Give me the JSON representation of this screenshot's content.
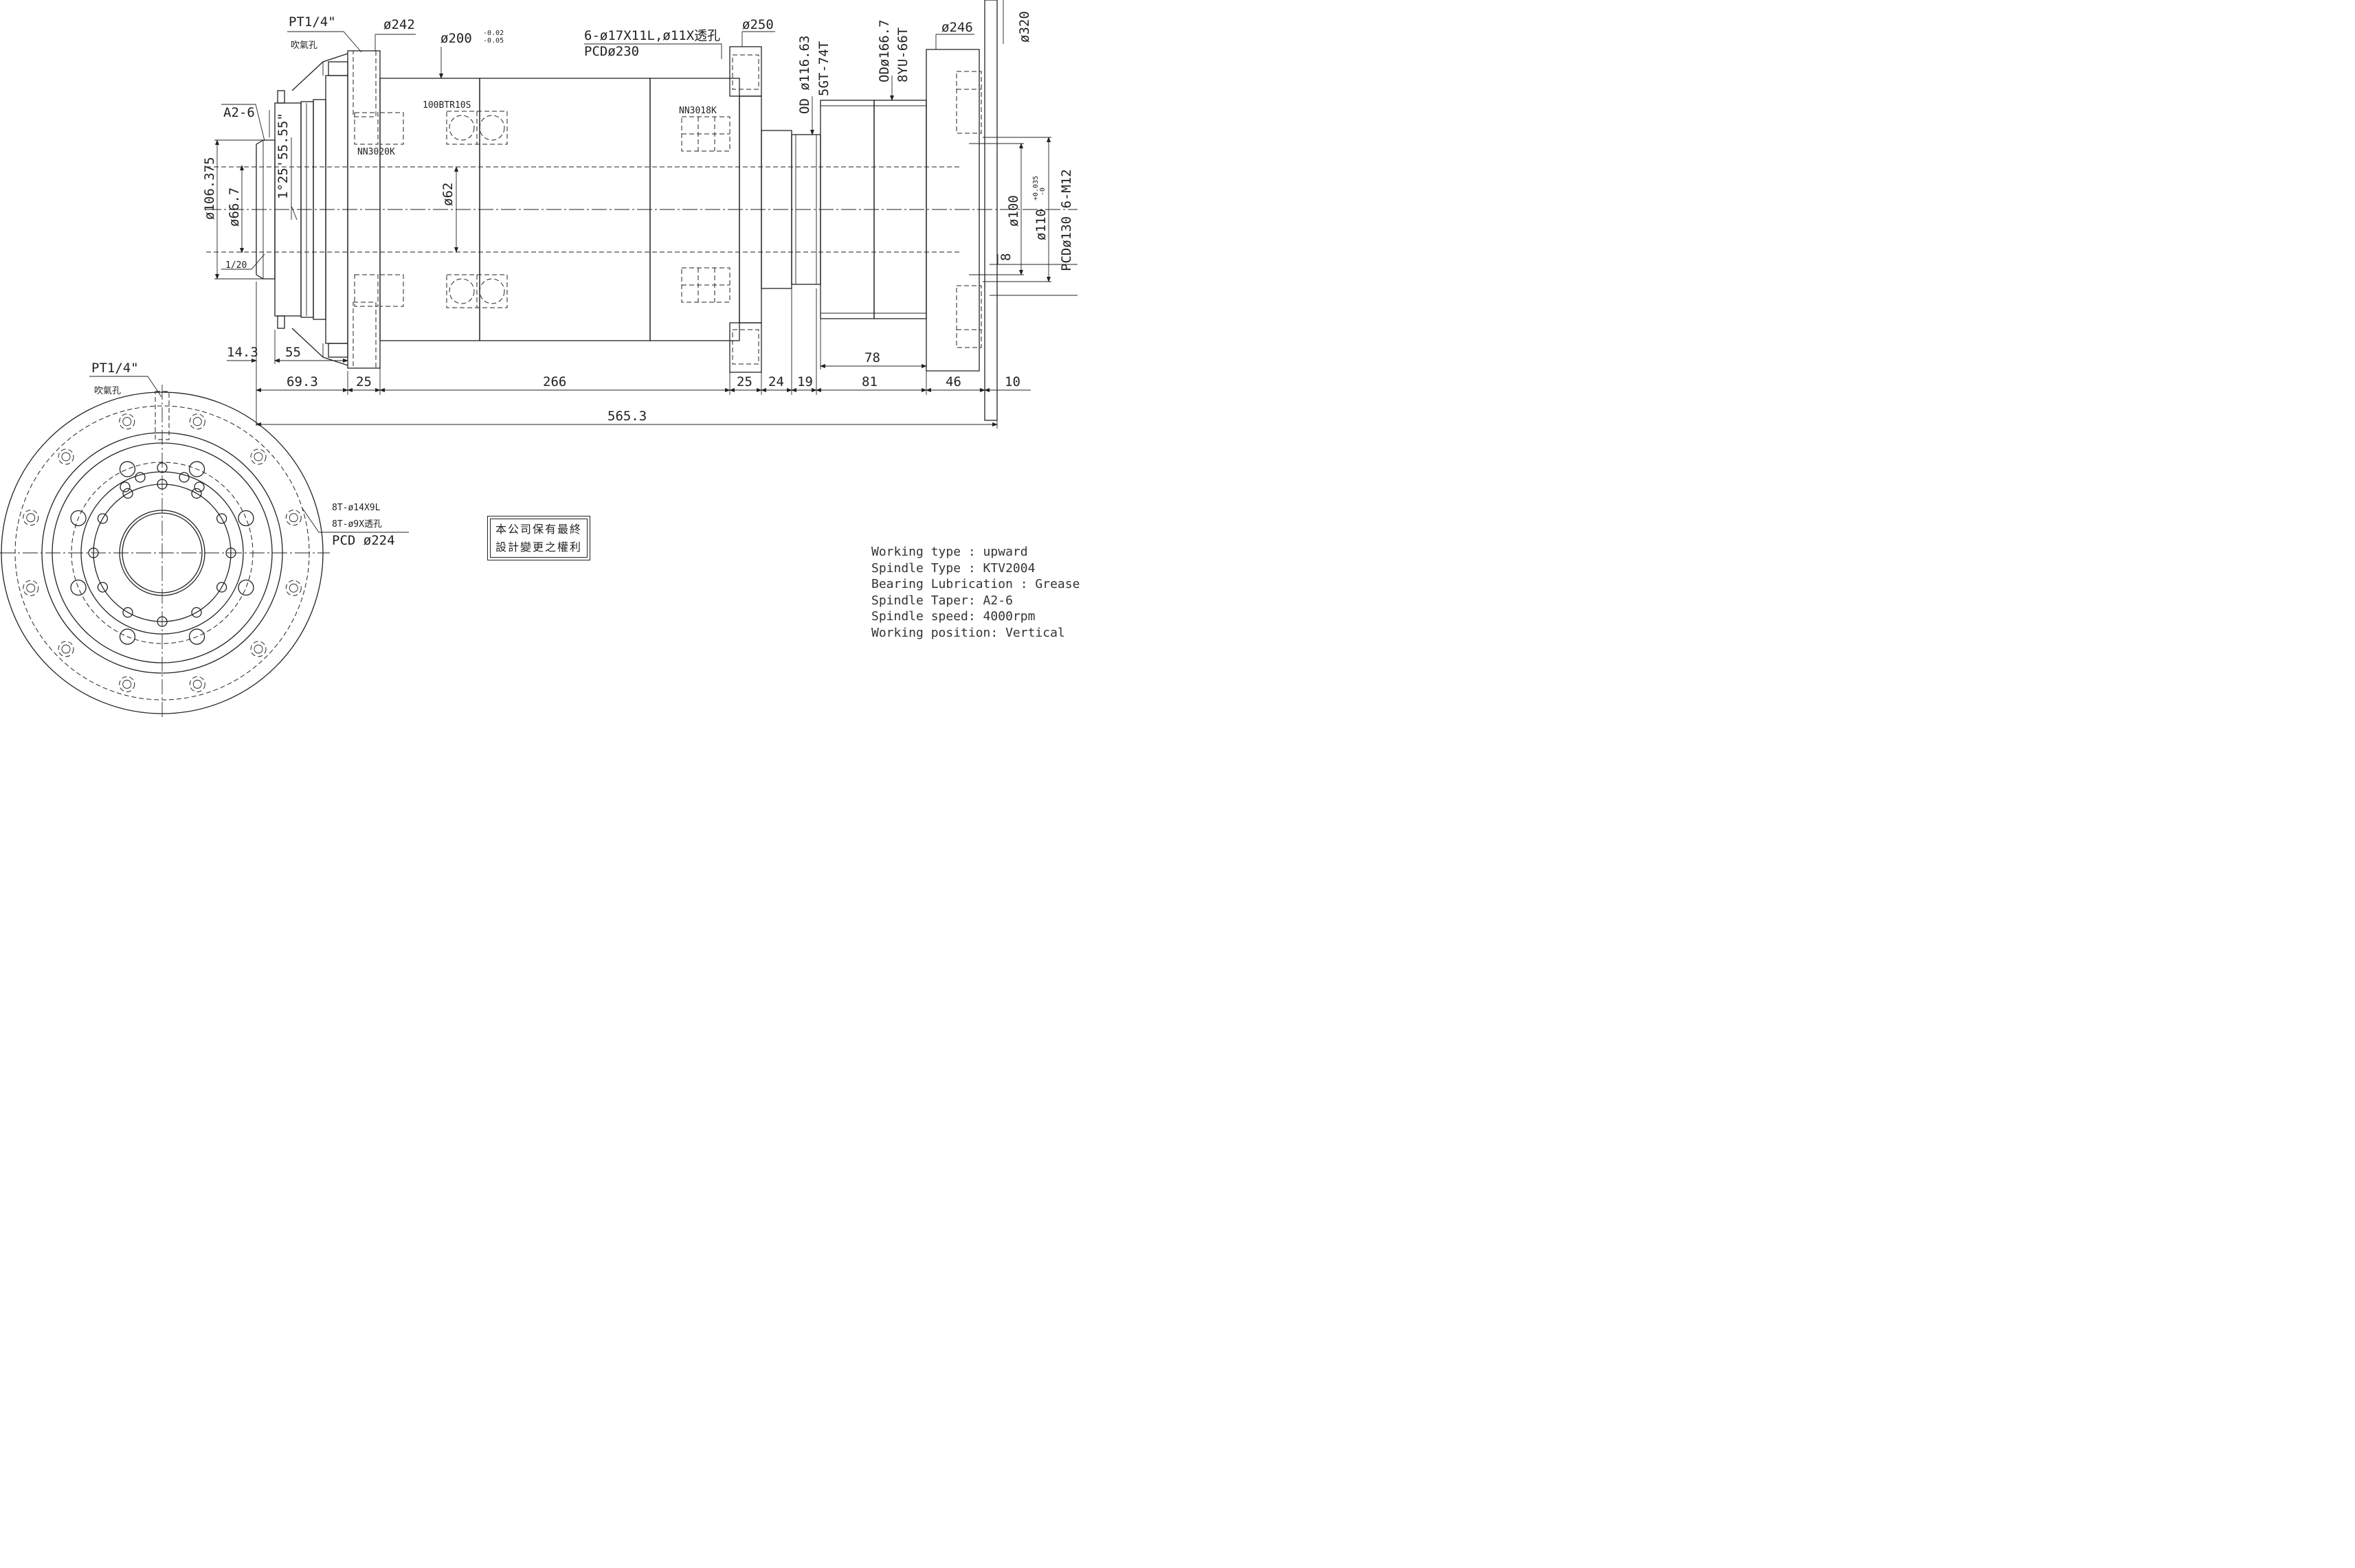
{
  "side_view": {
    "labels": {
      "air_port": "PT1/4\"",
      "air_port_note": "吹氣孔",
      "taper": "A2-6",
      "flange_dia": "ø242",
      "body_dia": "ø200",
      "body_tol_upper": "-0.02",
      "body_tol_lower": "-0.05",
      "mount_holes": "6-ø17X11L,ø11X透孔",
      "mount_pcd": "PCDø230",
      "rear_flange_dia": "ø250",
      "pulley_od": "OD ø116.63",
      "pulley_belt": "5GT-74T",
      "pulley2_od": "ODø166.7",
      "pulley2_belt": "8YU-66T",
      "rear_dia": "ø246",
      "plate_dia": "ø320",
      "bearing_front_1": "NN3020K",
      "bearing_front_2": "100BTR10S",
      "bearing_rear": "NN3018K",
      "bore_dia": "ø62",
      "nose_dia": "ø106.375",
      "nose_inner": "ø66.7",
      "taper_angle": "1°25'55.55\"",
      "taper_ratio": "1/20",
      "rear_bore": "ø100",
      "rear_fit": "ø110",
      "rear_fit_tol_upper": "+0.035",
      "rear_fit_tol_lower": "-0",
      "rear_thread": "PCDø130 6-M12",
      "rear_depth": "8"
    },
    "dims": {
      "d_14_3": "14.3",
      "d_55": "55",
      "d_69_3": "69.3",
      "d_25a": "25",
      "d_266": "266",
      "d_25b": "25",
      "d_24": "24",
      "d_19": "19",
      "d_81": "81",
      "d_78": "78",
      "d_46": "46",
      "d_10": "10",
      "d_total": "565.3"
    }
  },
  "front_view": {
    "air_port": "PT1/4\"",
    "air_port_note": "吹氣孔",
    "hole_spec_1": "8T-ø14X9L",
    "hole_spec_2": "8T-ø9X透孔",
    "hole_pcd": "PCD ø224"
  },
  "notice": {
    "line1": "本公司保有最終",
    "line2": "設計變更之權利"
  },
  "specs": {
    "line1": "Working type : upward",
    "line2": "Spindle Type : KTV2004",
    "line3": "Bearing Lubrication : Grease",
    "line4": "Spindle Taper: A2-6",
    "line5": "Spindle speed: 4000rpm",
    "line6": "Working position: Vertical"
  }
}
